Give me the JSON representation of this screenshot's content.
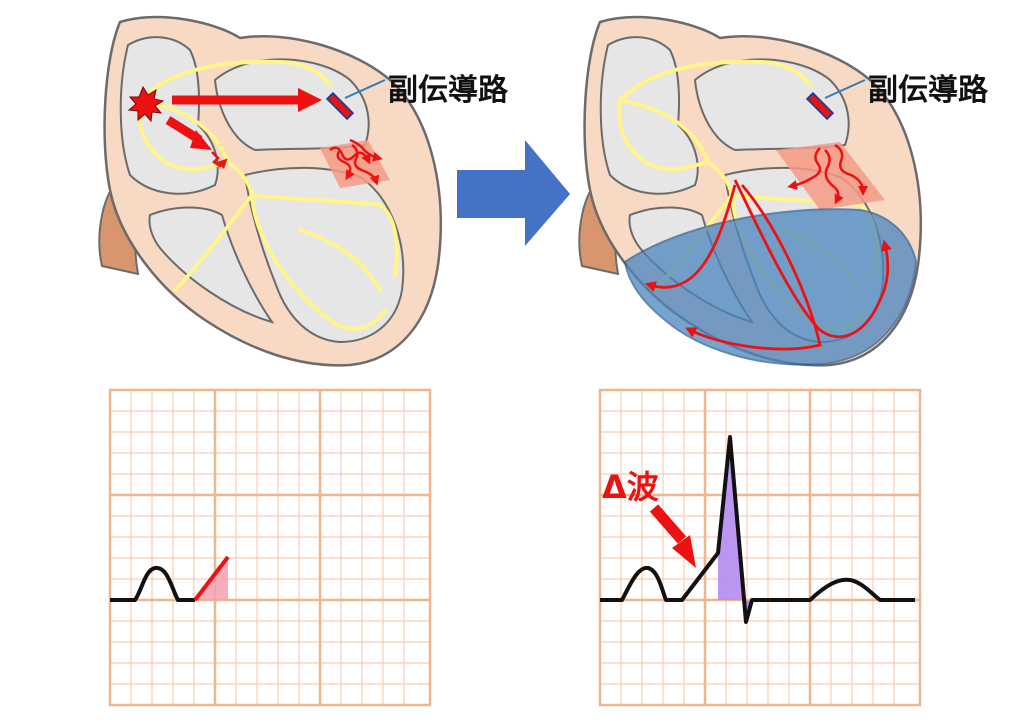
{
  "labels": {
    "accessory_pathway_left": "副伝導路",
    "accessory_pathway_right": "副伝導路",
    "delta_wave": "Δ波"
  },
  "colors": {
    "heart_outer": "#f7d9c4",
    "heart_outline": "#6b6b6b",
    "chamber": "#e6e6e6",
    "conduction": "#fff58a",
    "arrow_red": "#ee1111",
    "depolarized": "#f49a86",
    "ventricle_activation": "#4a86c0",
    "transition_arrow": "#4472c4",
    "grid_major": "#f0b48e",
    "grid_minor": "#f6cdb3",
    "ecg_trace": "#111111",
    "delta_fill_left": "#f4a0b0",
    "delta_fill_right": "#b48cf0",
    "callout_line": "#2a7fc0"
  },
  "icons": {
    "sa_node": "explosion-icon",
    "transition": "right-arrow-icon"
  }
}
